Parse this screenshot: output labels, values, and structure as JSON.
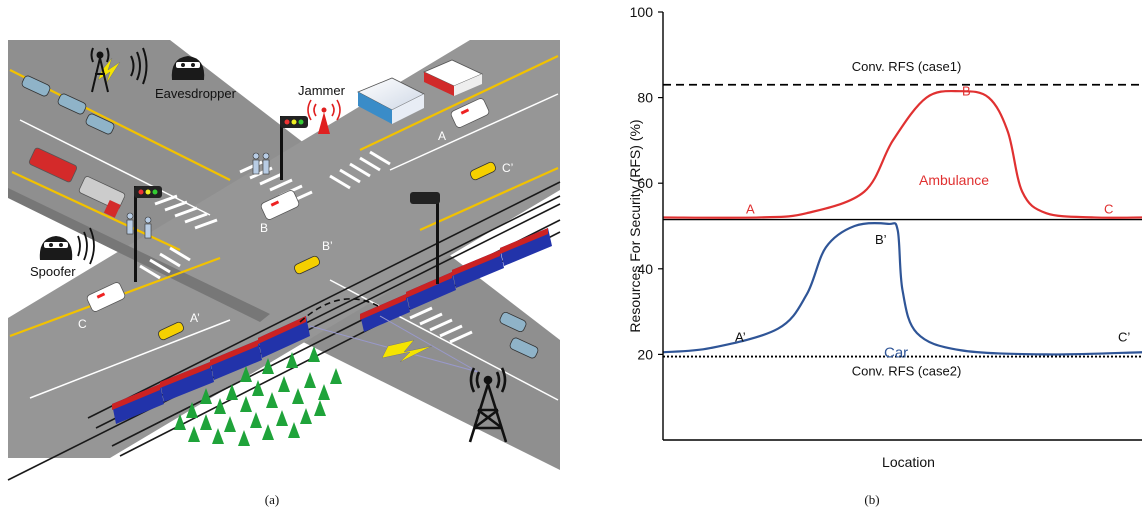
{
  "panel_a": {
    "caption": "(a)",
    "labels": {
      "eavesdropper": "Eavesdropper",
      "jammer": "Jammer",
      "spoofer": "Spoofer",
      "a": "A",
      "b": "B",
      "c": "C",
      "a_prime": "A’",
      "b_prime": "B’",
      "c_prime": "C’"
    },
    "colors": {
      "road": "#8c8c8c",
      "road_dark": "#6e6e6e",
      "lane_marking": "#f2c200",
      "train_body": "#2233aa",
      "train_stripe": "#cc2222",
      "tree": "#1fa33a",
      "signal_link": "#f5e400"
    }
  },
  "panel_b": {
    "caption": "(b)",
    "colors": {
      "ambulance": "#e03131",
      "car": "#2f5597",
      "axis": "#000000"
    },
    "chart_data": {
      "type": "line",
      "xlabel": "Location",
      "ylabel": "Resources For Security (RFS) (%)",
      "ylim": [
        0,
        100
      ],
      "yticks": [
        20,
        40,
        60,
        80,
        100
      ],
      "xlim": [
        0,
        100
      ],
      "series": [
        {
          "name": "Ambulance",
          "color": "#e03131",
          "points": [
            [
              0,
              52
            ],
            [
              20,
              52
            ],
            [
              30,
              53
            ],
            [
              42,
              58
            ],
            [
              48,
              70
            ],
            [
              55,
              80
            ],
            [
              62,
              81.5
            ],
            [
              68,
              80
            ],
            [
              72,
              72
            ],
            [
              75,
              58
            ],
            [
              80,
              53
            ],
            [
              90,
              52
            ],
            [
              100,
              52
            ]
          ]
        },
        {
          "name": "Car",
          "color": "#2f5597",
          "points": [
            [
              0,
              20.5
            ],
            [
              10,
              21.5
            ],
            [
              24,
              26
            ],
            [
              30,
              34
            ],
            [
              34,
              45
            ],
            [
              40,
              50
            ],
            [
              47,
              50.5
            ],
            [
              49,
              49
            ],
            [
              50,
              35
            ],
            [
              53,
              25
            ],
            [
              62,
              21
            ],
            [
              80,
              20
            ],
            [
              100,
              20.5
            ]
          ]
        }
      ],
      "reference_lines": [
        {
          "label": "Conv. RFS (case1)",
          "y": 83,
          "style": "dashed"
        },
        {
          "label": "Conv. RFS (case2)",
          "y": 19.5,
          "style": "dotted"
        },
        {
          "y": 51.5,
          "style": "solid"
        }
      ],
      "annotations": {
        "ambulance_label": "Ambulance",
        "car_label": "Car",
        "amb_a": "A",
        "amb_b": "B",
        "amb_c": "C",
        "car_a": "A’",
        "car_b": "B’",
        "car_c": "C’"
      }
    }
  }
}
